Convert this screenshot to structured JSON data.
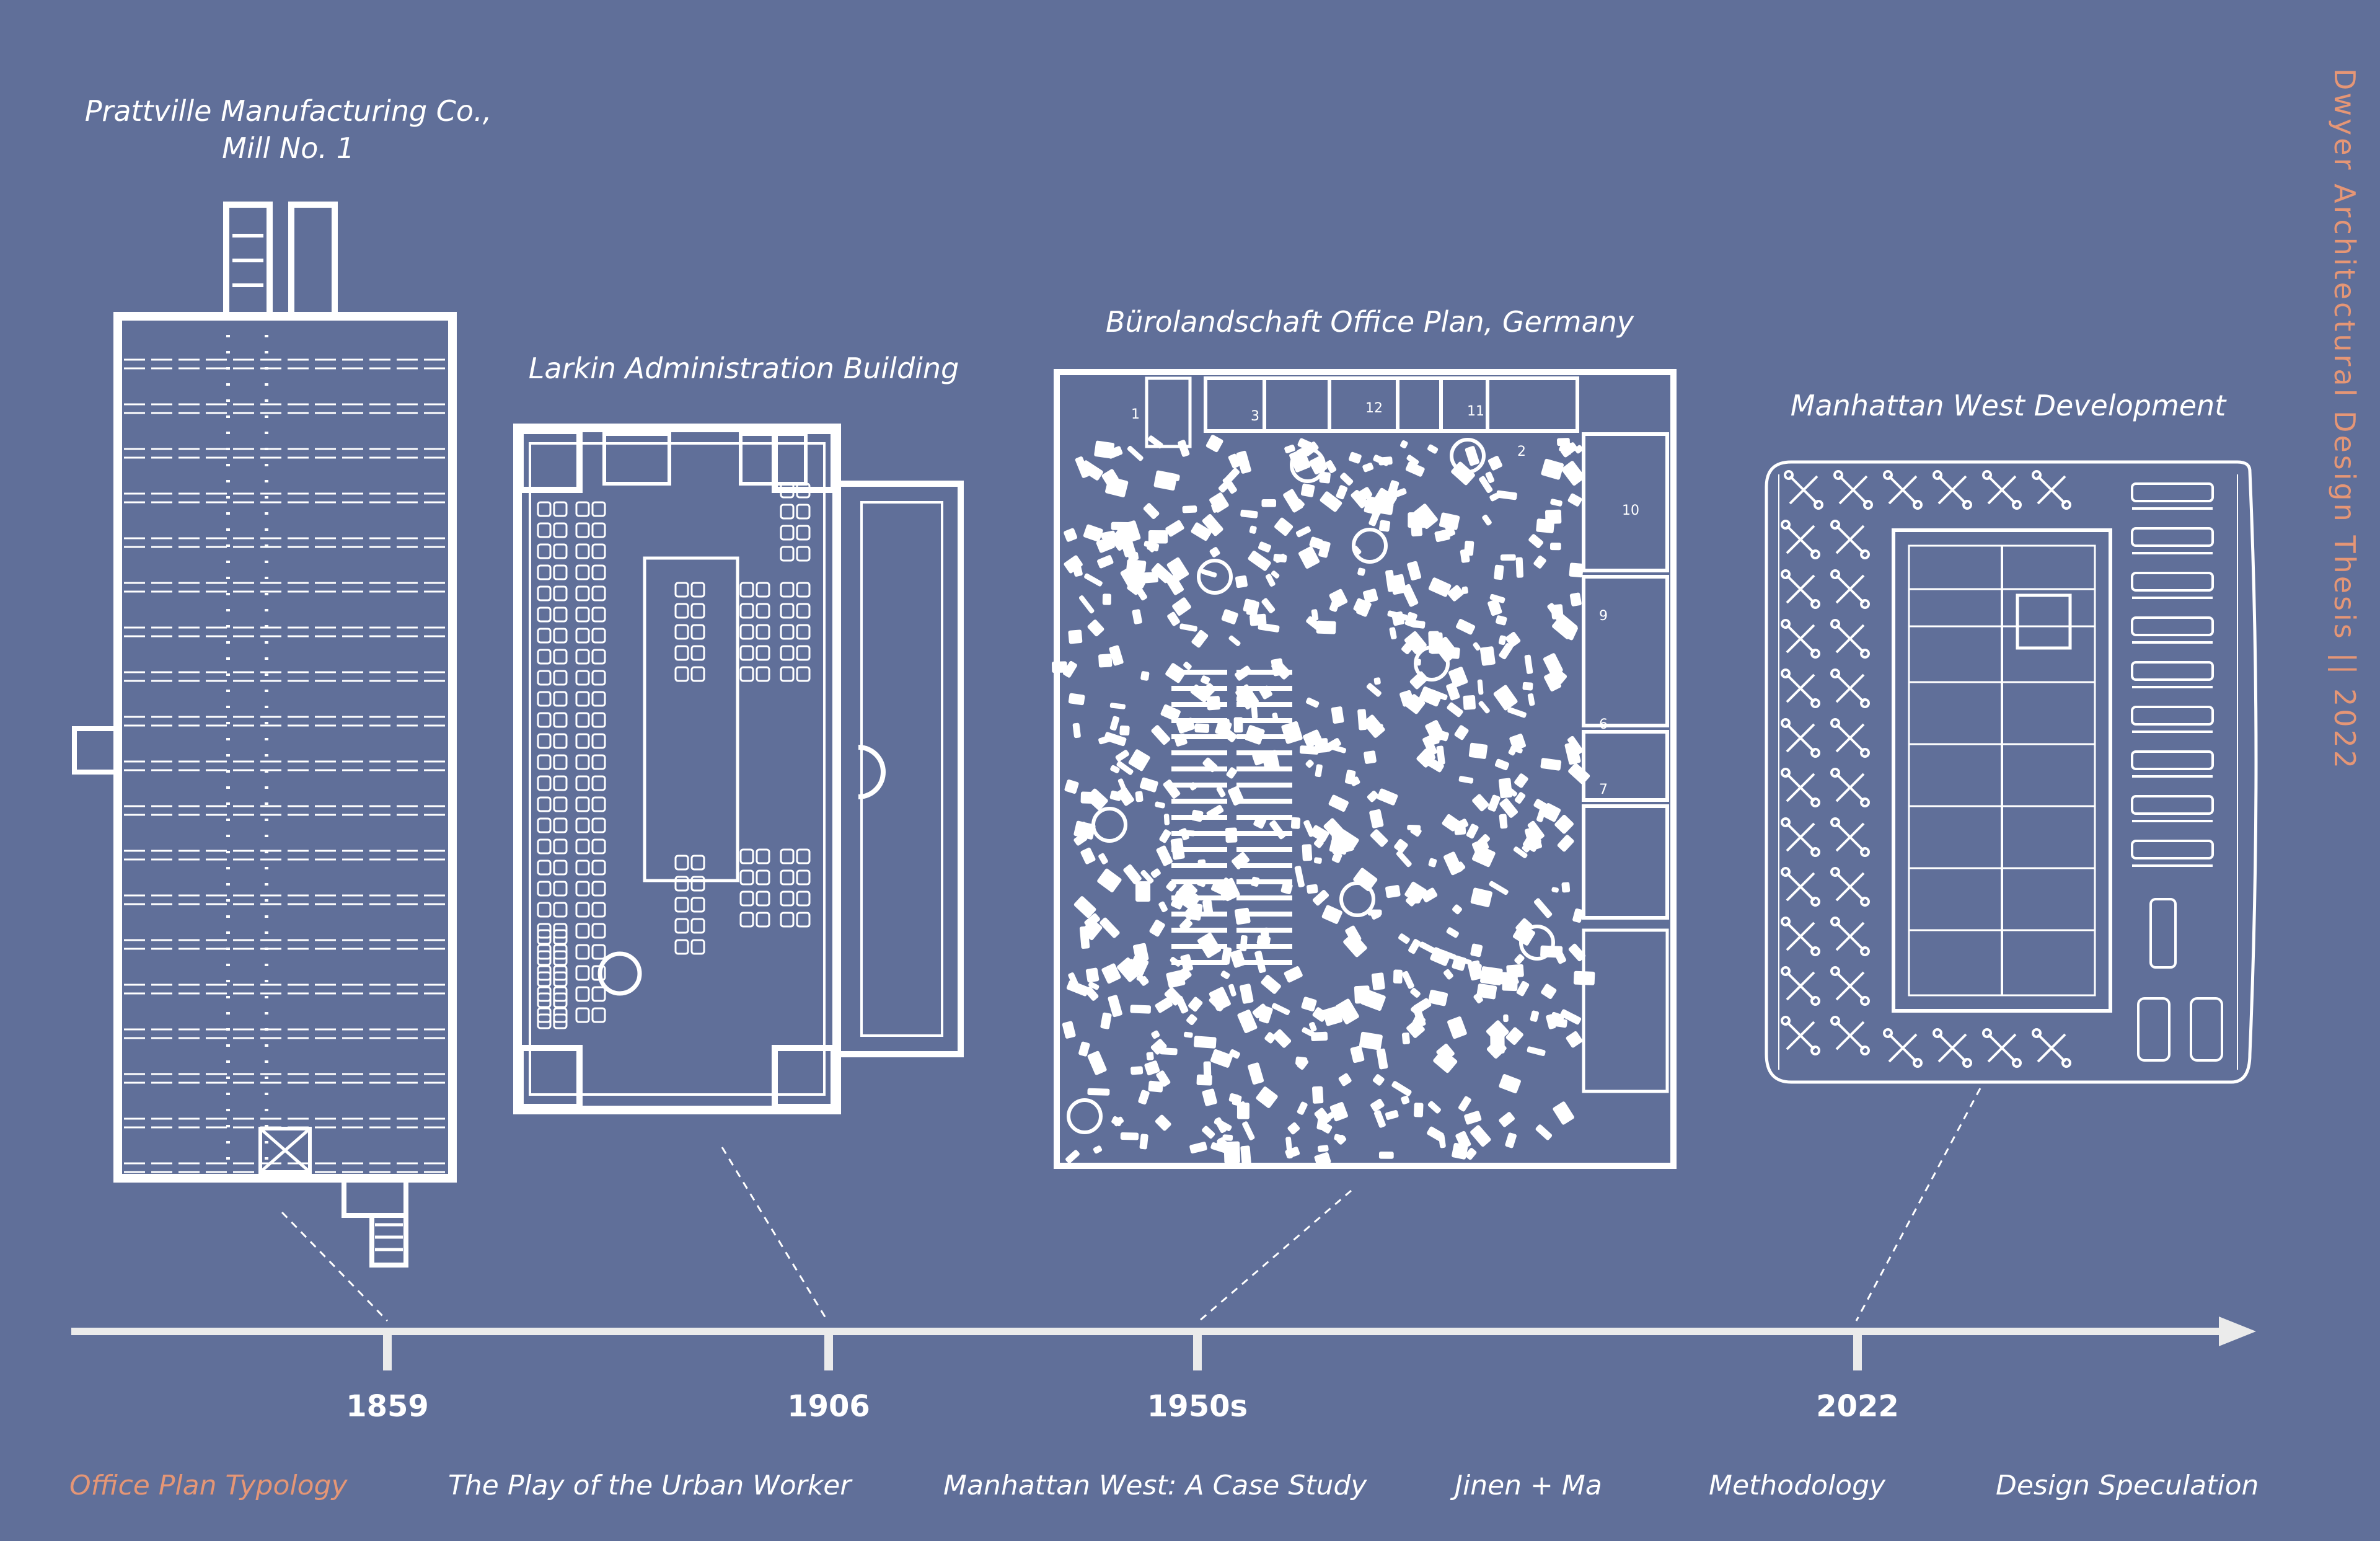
{
  "colors": {
    "background": "#606f99",
    "foreground": "#ffffff",
    "accent": "#e59676"
  },
  "side_title": "Dwyer Architectural Design Thesis || 2022",
  "plans": [
    {
      "name": "Prattville Manufacturing Co.,\nMill No. 1"
    },
    {
      "name": "Larkin Administration Building"
    },
    {
      "name": "Bürolandschaft Office Plan, Germany"
    },
    {
      "name": "Manhattan West Development"
    }
  ],
  "timeline": {
    "years": [
      "1859",
      "1906",
      "1950s",
      "2022"
    ]
  },
  "bueroland_room_numbers": [
    "12",
    "11",
    "10",
    "9",
    "6",
    "7",
    "1",
    "2",
    "3"
  ],
  "nav": {
    "items": [
      {
        "label": "Office Plan Typology",
        "active": true
      },
      {
        "label": "The Play of the Urban Worker",
        "active": false
      },
      {
        "label": "Manhattan West: A Case Study",
        "active": false
      },
      {
        "label": "Jinen + Ma",
        "active": false
      },
      {
        "label": "Methodology",
        "active": false
      },
      {
        "label": "Design Speculation",
        "active": false
      }
    ]
  }
}
